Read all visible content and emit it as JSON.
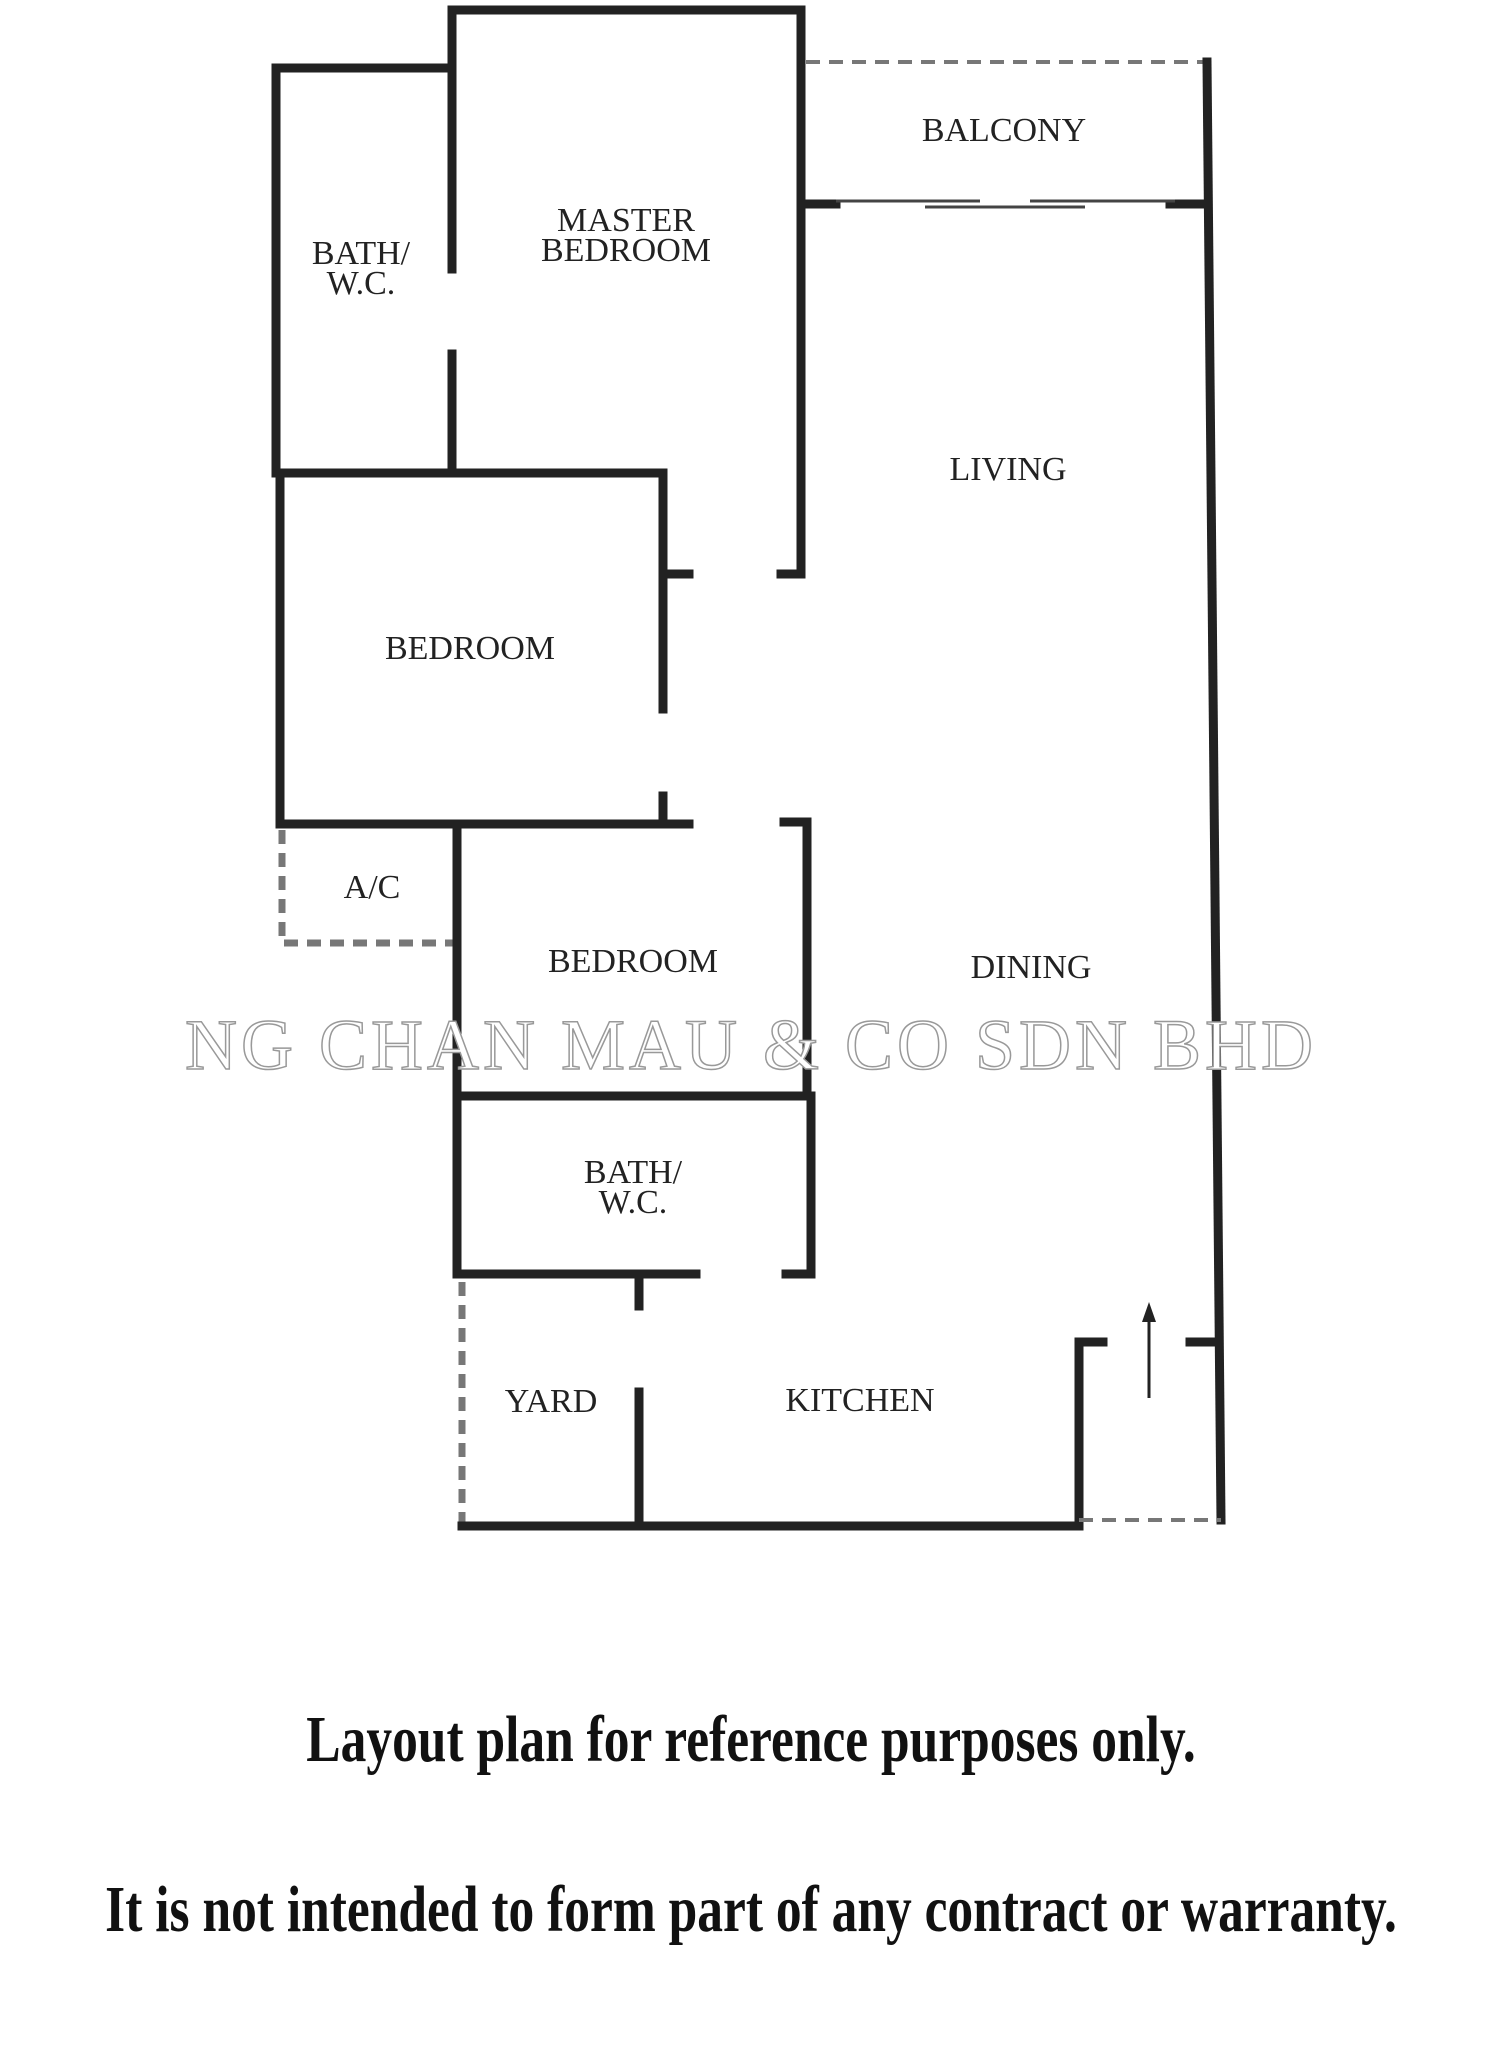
{
  "rooms": {
    "balcony": "BALCONY",
    "master_bedroom": [
      "MASTER",
      "BEDROOM"
    ],
    "bath_1": [
      "BATH/",
      "W.C."
    ],
    "living": "LIVING",
    "bedroom_1": "BEDROOM",
    "ac": "A/C",
    "bedroom_2": "BEDROOM",
    "dining": "DINING",
    "bath_2": [
      "BATH/",
      "W.C."
    ],
    "yard": "YARD",
    "kitchen": "KITCHEN"
  },
  "watermark": "NG CHAN MAU & CO SDN BHD",
  "disclaimer": {
    "line1": "Layout plan for reference purposes only.",
    "line2": "It is not intended to form part of any contract or warranty."
  }
}
